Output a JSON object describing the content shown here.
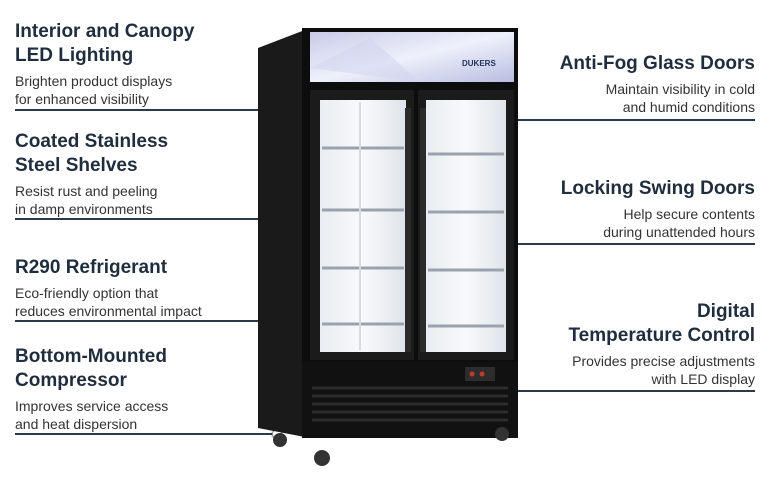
{
  "features_left": [
    {
      "title": "Interior and Canopy LED Lighting",
      "title_lines": [
        "Interior and Canopy",
        "LED Lighting"
      ],
      "desc_lines": [
        "Brighten product displays",
        "for enhanced visibility"
      ]
    },
    {
      "title": "Coated Stainless Steel Shelves",
      "title_lines": [
        "Coated Stainless",
        "Steel Shelves"
      ],
      "desc_lines": [
        "Resist rust and peeling",
        "in damp environments"
      ]
    },
    {
      "title": "R290 Refrigerant",
      "title_lines": [
        "R290 Refrigerant"
      ],
      "desc_lines": [
        "Eco-friendly option that",
        "reduces environmental impact"
      ]
    },
    {
      "title": "Bottom-Mounted Compressor",
      "title_lines": [
        "Bottom-Mounted",
        "Compressor"
      ],
      "desc_lines": [
        "Improves service access",
        "and heat dispersion"
      ]
    }
  ],
  "features_right": [
    {
      "title": "Anti-Fog Glass Doors",
      "title_lines": [
        "Anti-Fog Glass Doors"
      ],
      "desc_lines": [
        "Maintain visibility in cold",
        "and humid conditions"
      ]
    },
    {
      "title": "Locking Swing Doors",
      "title_lines": [
        "Locking Swing Doors"
      ],
      "desc_lines": [
        "Help secure contents",
        "during unattended hours"
      ]
    },
    {
      "title": "Digital Temperature Control",
      "title_lines": [
        "Digital",
        "Temperature Control"
      ],
      "desc_lines": [
        "Provides precise adjustments",
        "with LED display"
      ]
    }
  ],
  "product": {
    "brand": "DUKERS"
  },
  "colors": {
    "line": "#2a3a4c",
    "cabinet": "#111111",
    "text": "#1f2d3d"
  }
}
